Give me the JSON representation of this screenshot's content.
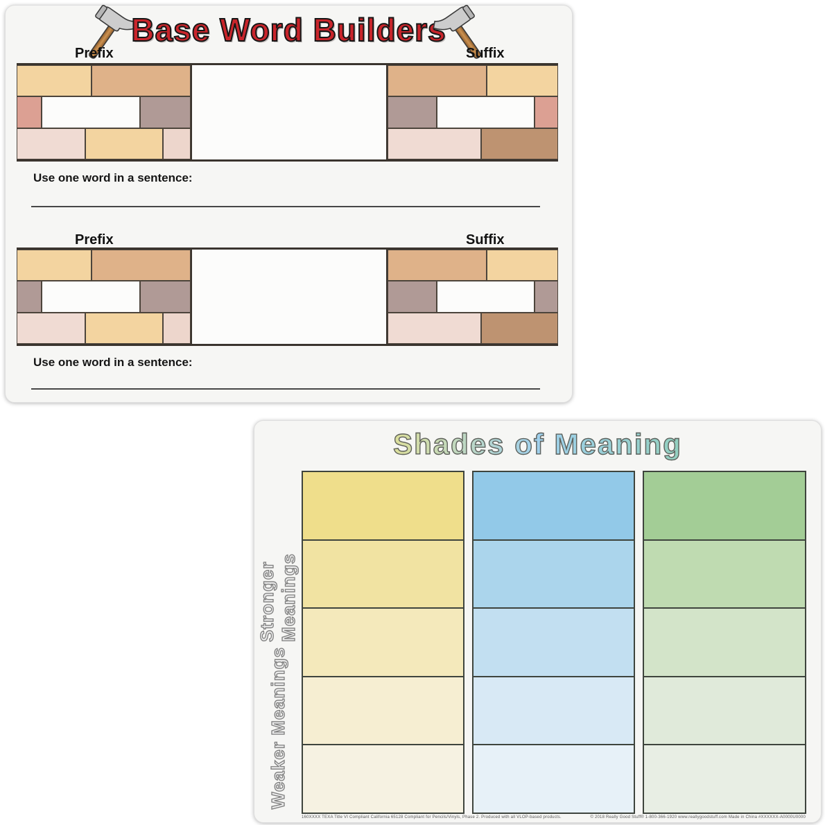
{
  "poster_base_word_builders": {
    "title": "Base Word Builders",
    "title_color": "#C9252B",
    "sections": [
      {
        "prefix_label": "Prefix",
        "suffix_label": "Suffix",
        "sentence_prompt": "Use one word in a sentence:"
      },
      {
        "prefix_label": "Prefix",
        "suffix_label": "Suffix",
        "sentence_prompt": "Use one word in a sentence:"
      }
    ],
    "brick_colors": {
      "wheat": "#F3D4A0",
      "tan": "#DFB289",
      "salmon": "#DCA093",
      "mauve": "#B09A96",
      "pink": "#F0DBD3",
      "pale_pink": "#EDD6CC",
      "brown": "#BE9371",
      "white": "#FCFCFB"
    },
    "walls": [
      {
        "left_rows": [
          [
            {
              "color": "wheat",
              "w": 43
            },
            {
              "color": "tan",
              "w": 57
            }
          ],
          [
            {
              "color": "salmon",
              "w": 14.5
            },
            {
              "color": "white",
              "w": 56.5
            },
            {
              "color": "mauve",
              "w": 29
            }
          ],
          [
            {
              "color": "pink",
              "w": 39.5
            },
            {
              "color": "wheat",
              "w": 44.5
            },
            {
              "color": "pale_pink",
              "w": 16
            }
          ]
        ],
        "right_rows": [
          [
            {
              "color": "tan",
              "w": 58
            },
            {
              "color": "wheat",
              "w": 42
            }
          ],
          [
            {
              "color": "mauve",
              "w": 29
            },
            {
              "color": "white",
              "w": 57
            },
            {
              "color": "salmon",
              "w": 14
            }
          ],
          [
            {
              "color": "pink",
              "w": 55
            },
            {
              "color": "brown",
              "w": 45
            }
          ]
        ]
      },
      {
        "left_rows": [
          [
            {
              "color": "wheat",
              "w": 43
            },
            {
              "color": "tan",
              "w": 57
            }
          ],
          [
            {
              "color": "mauve",
              "w": 14.5
            },
            {
              "color": "white",
              "w": 56.5
            },
            {
              "color": "mauve",
              "w": 29
            }
          ],
          [
            {
              "color": "pink",
              "w": 39.5
            },
            {
              "color": "wheat",
              "w": 44.5
            },
            {
              "color": "pale_pink",
              "w": 16
            }
          ]
        ],
        "right_rows": [
          [
            {
              "color": "tan",
              "w": 58
            },
            {
              "color": "wheat",
              "w": 42
            }
          ],
          [
            {
              "color": "mauve",
              "w": 29
            },
            {
              "color": "white",
              "w": 57
            },
            {
              "color": "mauve",
              "w": 14
            }
          ],
          [
            {
              "color": "pink",
              "w": 55
            },
            {
              "color": "brown",
              "w": 45
            }
          ]
        ]
      }
    ]
  },
  "poster_shades_of_meaning": {
    "title": "Shades of Meaning",
    "title_gradient": [
      "#E8DB82",
      "#DBDF9D",
      "#9FD0ED",
      "#93D0C0",
      "#A3D193"
    ],
    "row_labels": {
      "stronger": "Stronger Meanings",
      "weaker": "Weaker Meanings"
    },
    "columns": [
      {
        "name": "yellow",
        "shades": [
          "#EFDE8B",
          "#F1E3A2",
          "#F4E9BB",
          "#F6EED2",
          "#F6F2E2"
        ]
      },
      {
        "name": "blue",
        "shades": [
          "#92C9E8",
          "#ABD5EC",
          "#C2DFF1",
          "#D8E9F5",
          "#E7F1F8"
        ]
      },
      {
        "name": "green",
        "shades": [
          "#A3CD96",
          "#BFDBB1",
          "#D3E4C9",
          "#E0EADA",
          "#E8EEE4"
        ]
      }
    ],
    "footer_left": "160XXXX   TEXA Title VI Compliant   California 65128 Compliant for Pencils/Vinyls, Phase 2.  Produced with all VLOP-based products.",
    "footer_right": "© 2018 Really Good Stuff®   1-800-366-1920   www.reallygoodstuff.com   Made in China   #XXXXXX-A0000U0000"
  }
}
